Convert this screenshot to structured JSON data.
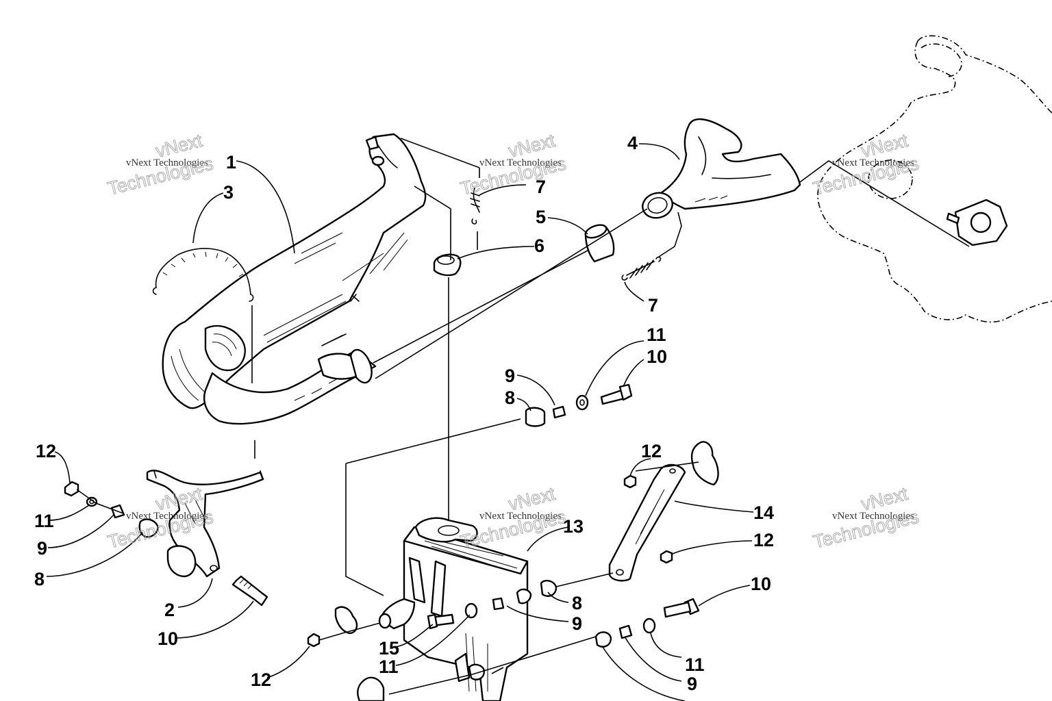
{
  "callouts": {
    "c1": "1",
    "c2": "2",
    "c3": "3",
    "c4": "4",
    "c5": "5",
    "c6": "6",
    "c7a": "7",
    "c7b": "7",
    "c8a": "8",
    "c8b": "8",
    "c8c": "8",
    "c9a": "9",
    "c9b": "9",
    "c9c": "9",
    "c9d": "9",
    "c10a": "10",
    "c10b": "10",
    "c10c": "10",
    "c11a": "11",
    "c11b": "11",
    "c11c": "11",
    "c11d": "11",
    "c12a": "12",
    "c12b": "12",
    "c12c": "12",
    "c12d": "12",
    "c13": "13",
    "c14": "14",
    "c15": "15"
  },
  "watermarks": {
    "small": "vNext Technologies",
    "big_line1": "vNext",
    "big_line2": "Technologies"
  }
}
